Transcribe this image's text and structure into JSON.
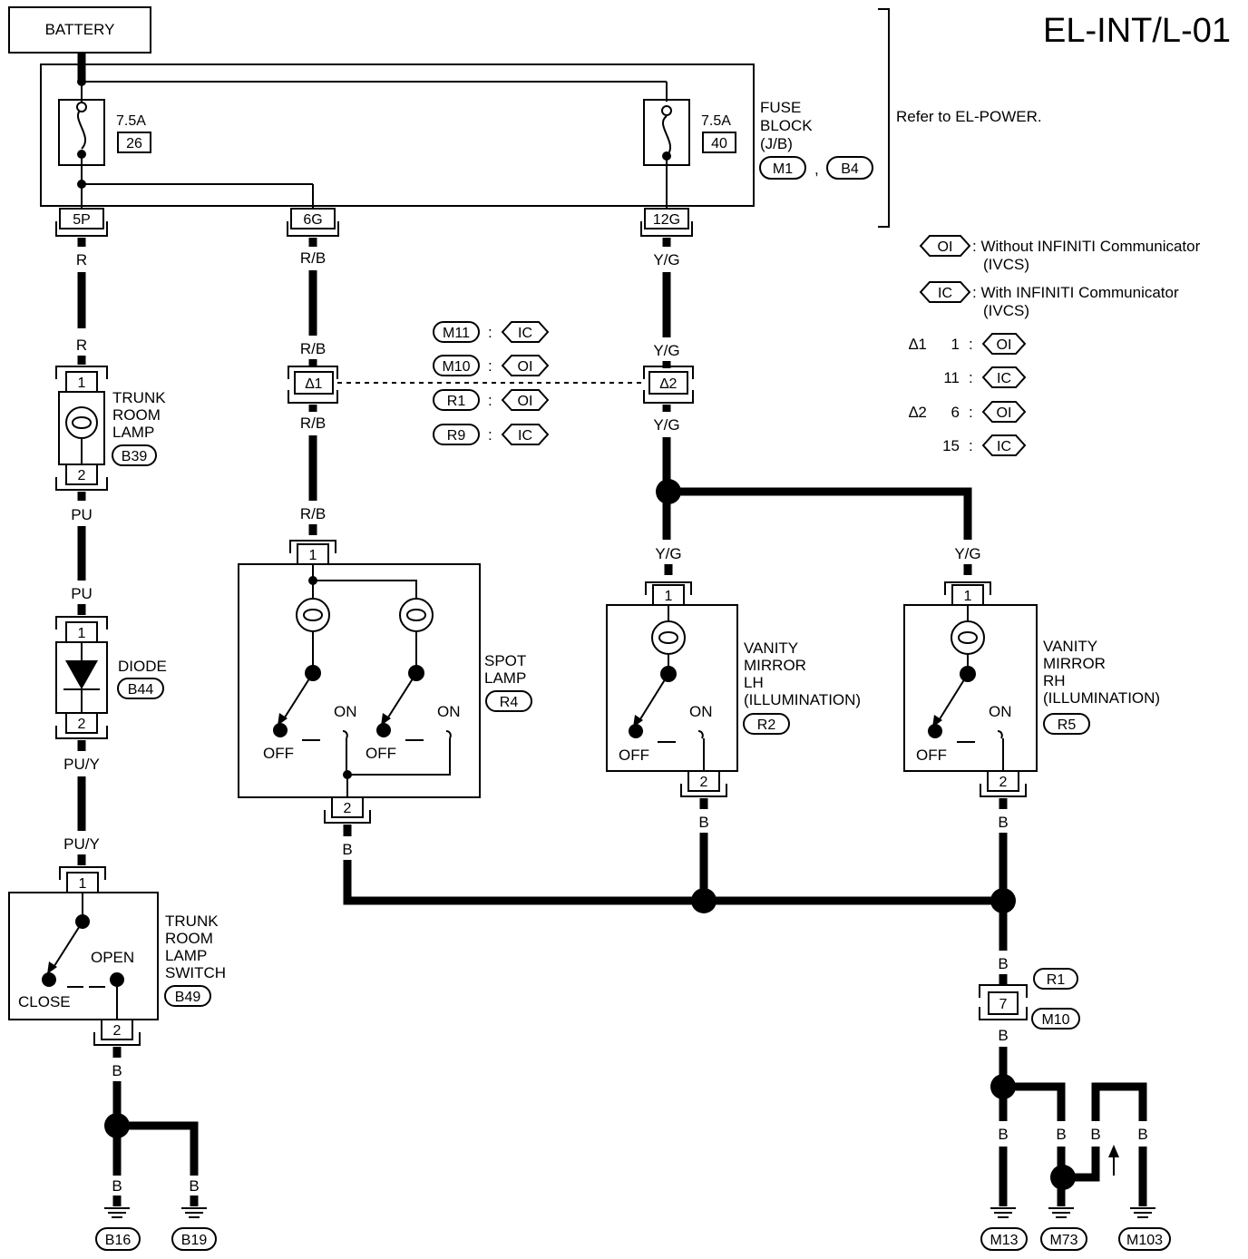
{
  "header": {
    "code": "EL-INT/L-01"
  },
  "battery": {
    "label": "BATTERY"
  },
  "fuse_block": {
    "label_lines": [
      "FUSE",
      "BLOCK",
      "(J/B)"
    ],
    "connector_1": "M1",
    "connector_sep": ",",
    "connector_2": "B4",
    "fuses": [
      {
        "rating": "7.5A",
        "number": "26"
      },
      {
        "rating": "7.5A",
        "number": "40"
      }
    ],
    "terminals": [
      "5P",
      "6G",
      "12G"
    ]
  },
  "refer_note": "Refer to EL-POWER.",
  "legend": {
    "oi_tag": "OI",
    "oi_lines": [
      ": Without INFINITI Communicator",
      "(IVCS)"
    ],
    "ic_tag": "IC",
    "ic_lines": [
      ": With INFINITI Communicator",
      "(IVCS)"
    ],
    "star_rows": [
      {
        "mark": "∆1",
        "pin": "1",
        "colon": ":",
        "tag": "OI"
      },
      {
        "mark": "",
        "pin": "11",
        "colon": ":",
        "tag": "IC"
      },
      {
        "mark": "∆2",
        "pin": "6",
        "colon": ":",
        "tag": "OI"
      },
      {
        "mark": "",
        "pin": "15",
        "colon": ":",
        "tag": "IC"
      }
    ]
  },
  "connector_map": [
    {
      "connector": "M11",
      "colon": ":",
      "tag": "IC"
    },
    {
      "connector": "M10",
      "colon": ":",
      "tag": "OI"
    },
    {
      "connector": "R1",
      "colon": ":",
      "tag": "OI"
    },
    {
      "connector": "R9",
      "colon": ":",
      "tag": "IC"
    }
  ],
  "star_connectors": {
    "first": "∆1",
    "second": "∆2"
  },
  "wire_colors": {
    "r": "R",
    "rb": "R/B",
    "yg": "Y/G",
    "pu": "PU",
    "puy": "PU/Y",
    "b": "B"
  },
  "components": {
    "trunk_lamp": {
      "label_lines": [
        "TRUNK",
        "ROOM",
        "LAMP"
      ],
      "connector": "B39",
      "pin_in": "1",
      "pin_out": "2"
    },
    "diode": {
      "label": "DIODE",
      "connector": "B44",
      "pin_in": "1",
      "pin_out": "2"
    },
    "trunk_switch": {
      "label_lines": [
        "TRUNK",
        "ROOM",
        "LAMP",
        "SWITCH"
      ],
      "connector": "B49",
      "pin_in": "1",
      "pin_out": "2",
      "open": "OPEN",
      "close": "CLOSE"
    },
    "spot_lamp": {
      "label_lines": [
        "SPOT",
        "LAMP"
      ],
      "connector": "R4",
      "pin_in": "1",
      "pin_out": "2",
      "on": "ON",
      "off": "OFF"
    },
    "vanity_lh": {
      "label_lines": [
        "VANITY",
        "MIRROR",
        "LH",
        "(ILLUMINATION)"
      ],
      "connector": "R2",
      "pin_in": "1",
      "pin_out": "2",
      "on": "ON",
      "off": "OFF"
    },
    "vanity_rh": {
      "label_lines": [
        "VANITY",
        "MIRROR",
        "RH",
        "(ILLUMINATION)"
      ],
      "connector": "R5",
      "pin_in": "1",
      "pin_out": "2",
      "on": "ON",
      "off": "OFF"
    },
    "joint_connector": {
      "pin": "7",
      "connector_1": "R1",
      "connector_2": "M10"
    }
  },
  "grounds": [
    "B16",
    "B19",
    "M13",
    "M73",
    "M103"
  ]
}
